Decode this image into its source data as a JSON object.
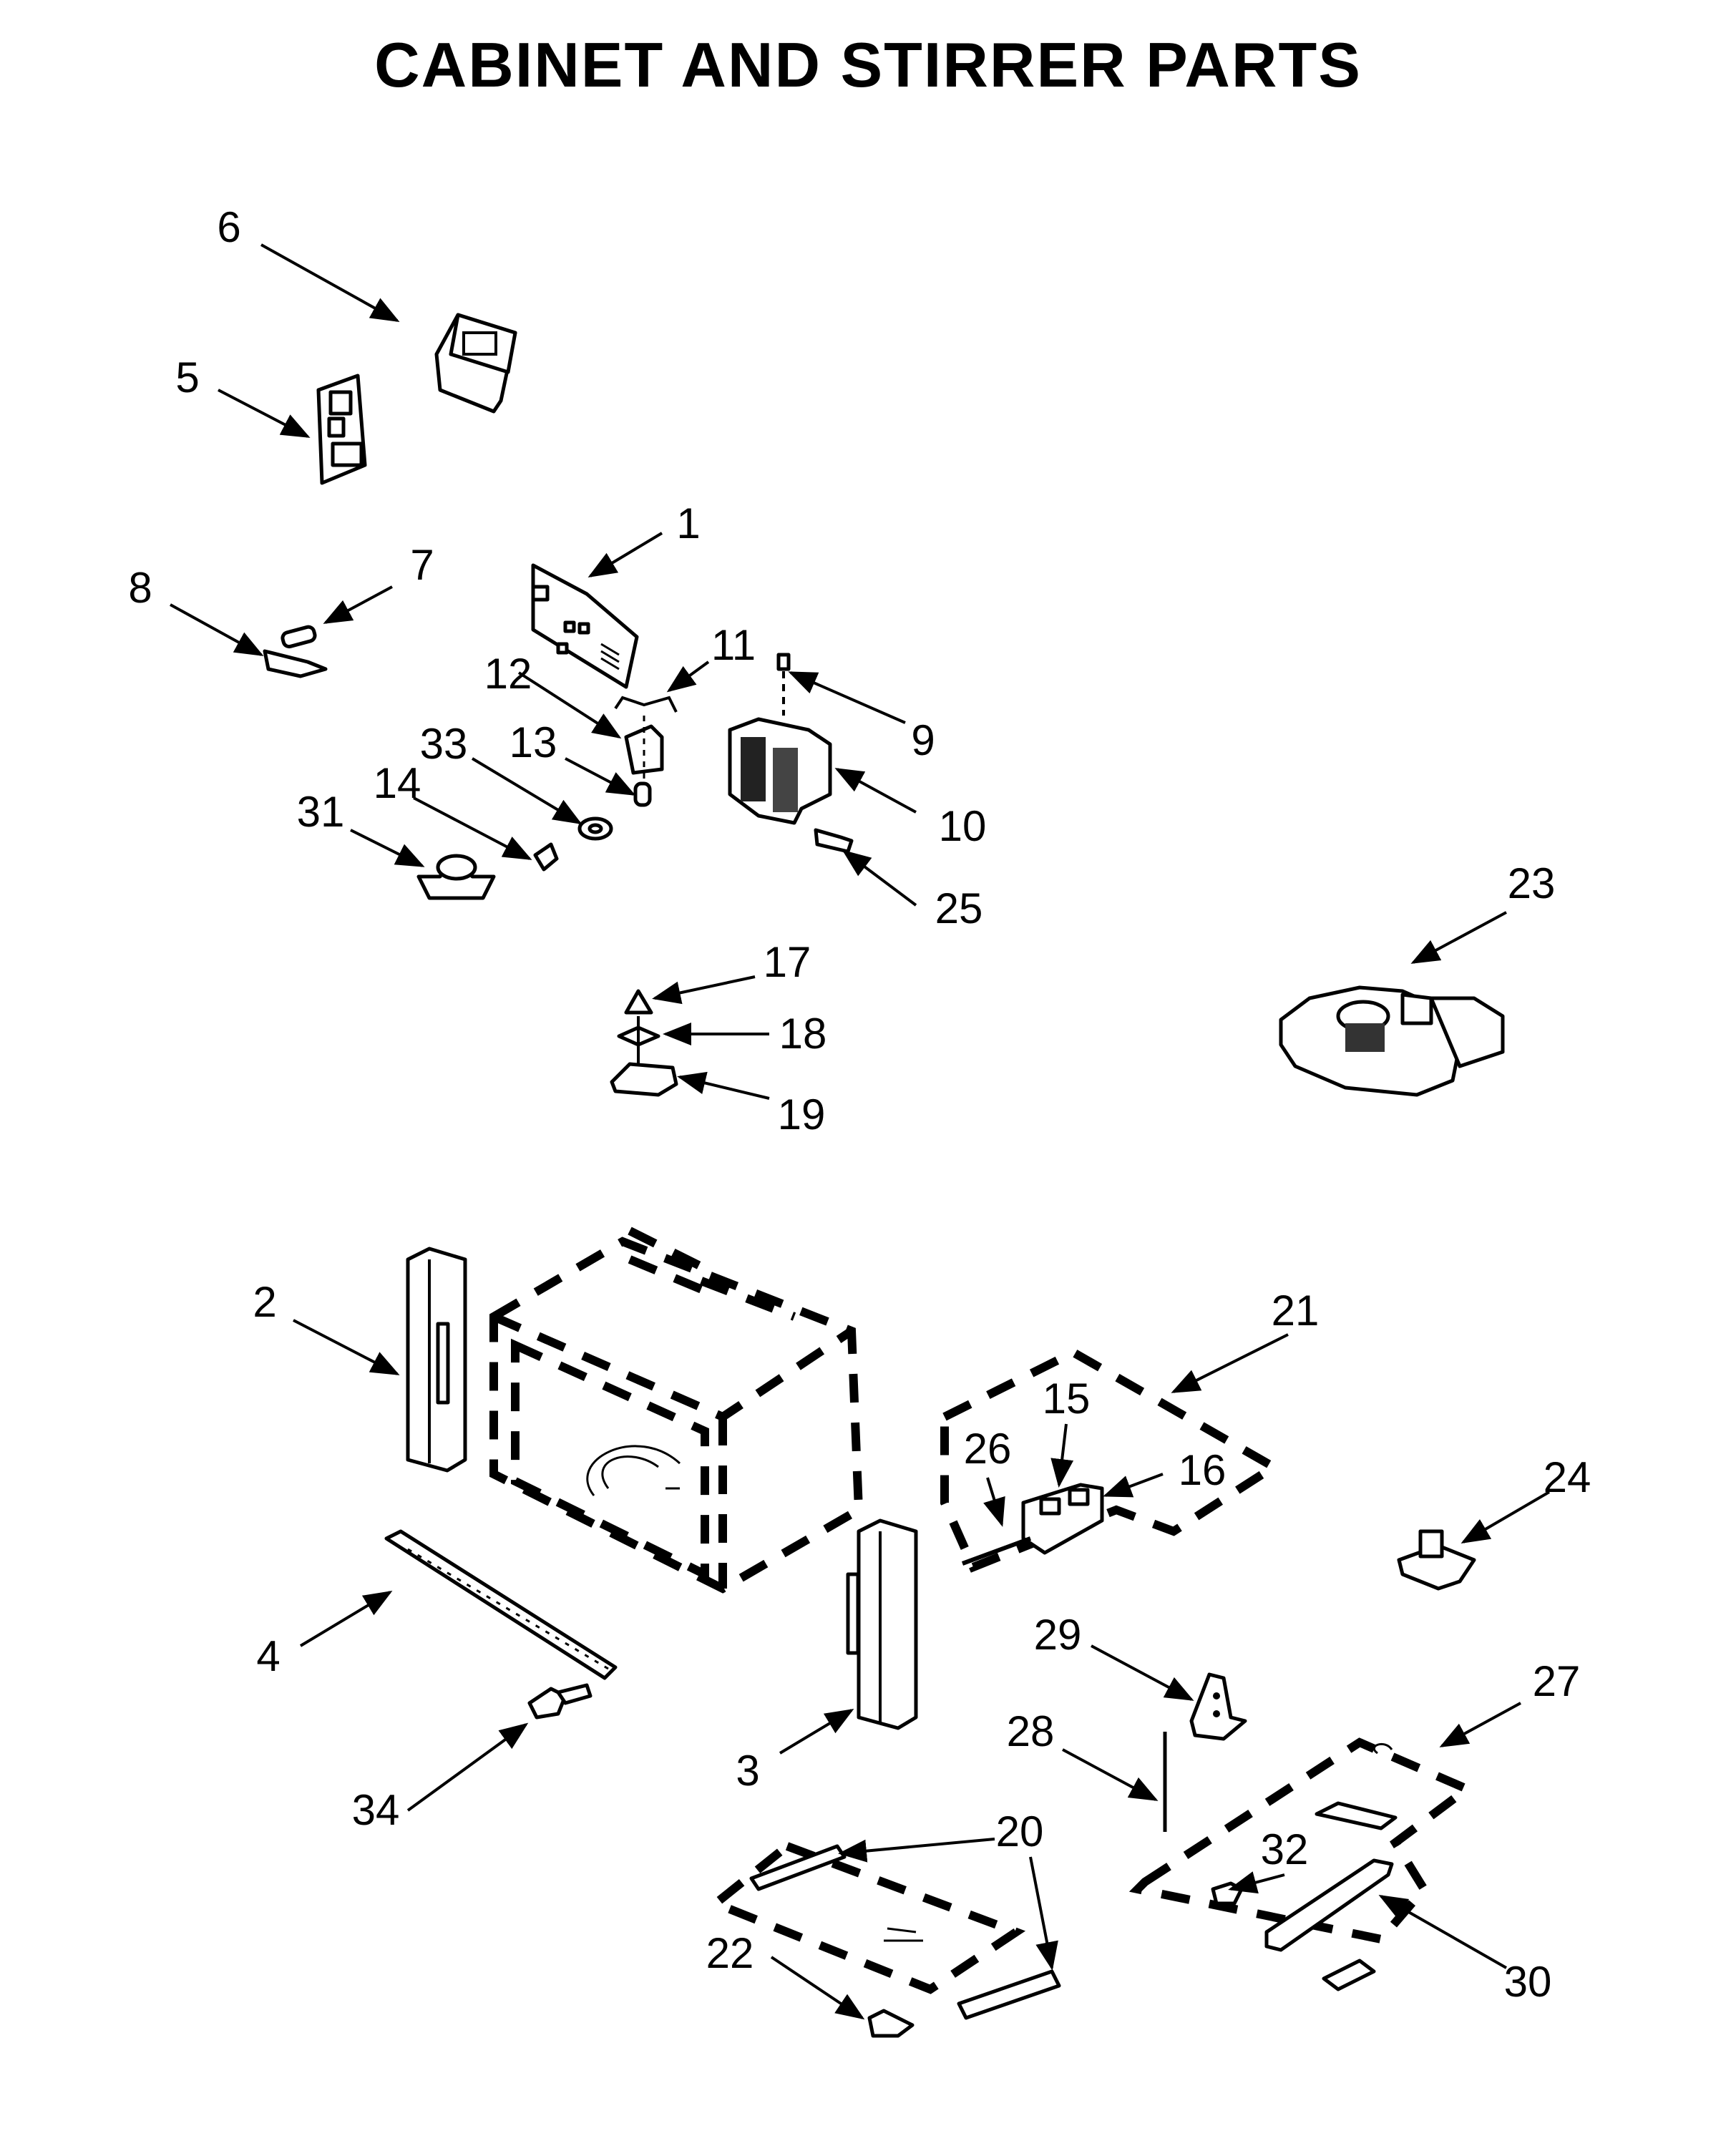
{
  "title": "CABINET AND STIRRER PARTS",
  "callouts": {
    "c1": "1",
    "c2": "2",
    "c3": "3",
    "c4": "4",
    "c5": "5",
    "c6": "6",
    "c7": "7",
    "c8": "8",
    "c9": "9",
    "c10": "10",
    "c11": "11",
    "c12": "12",
    "c13": "13",
    "c14": "14",
    "c15": "15",
    "c16": "16",
    "c17": "17",
    "c18": "18",
    "c19": "19",
    "c20": "20",
    "c21": "21",
    "c22": "22",
    "c23": "23",
    "c24": "24",
    "c25": "25",
    "c26": "26",
    "c27": "27",
    "c28": "28",
    "c29": "29",
    "c30": "30",
    "c31": "31",
    "c32": "32",
    "c33": "33",
    "c34": "34"
  }
}
